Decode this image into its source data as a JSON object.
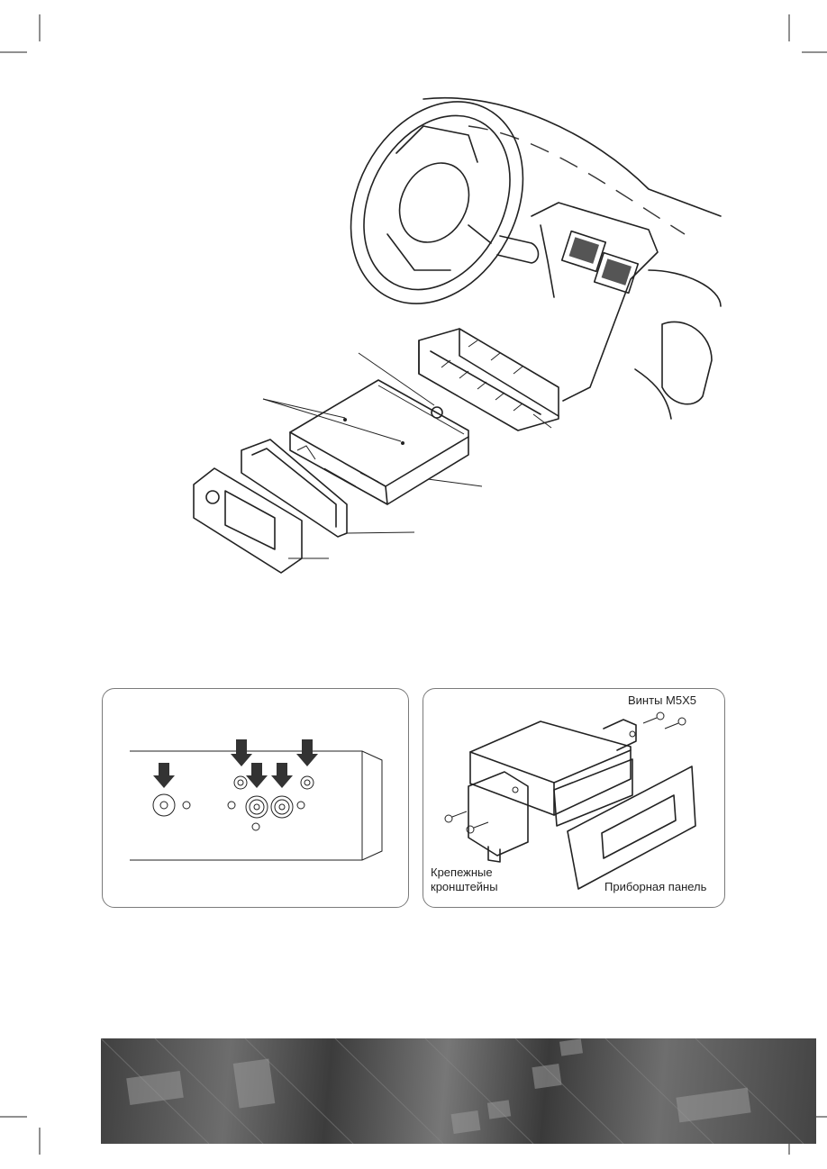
{
  "page": {
    "background": "#ffffff",
    "line_color": "#222222",
    "banner_color": "#555555"
  },
  "mounting_panel": {
    "screws_label": "Винты M5X5",
    "brackets_label": "Крепежные кронштейны",
    "brackets_label_line1": "Крепежные",
    "brackets_label_line2": "кронштейны",
    "dashboard_label": "Приборная панель"
  },
  "icons": {
    "crop_marks": "crop-mark-icon",
    "down_arrow": "down-arrow-icon"
  }
}
